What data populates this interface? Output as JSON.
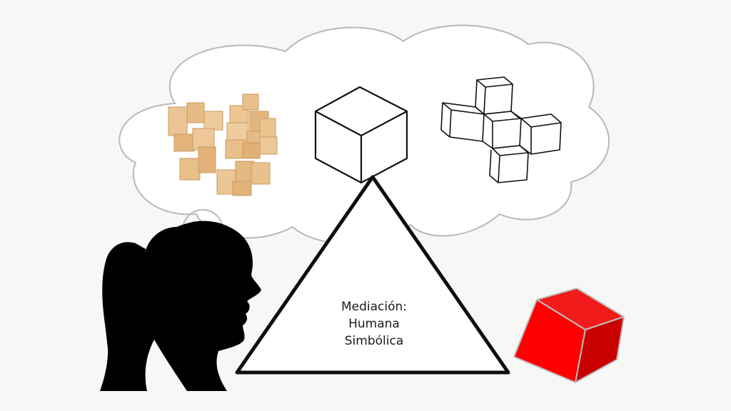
{
  "diagram": {
    "center_label": {
      "line1": "Mediación:",
      "line2": "Humana",
      "line3": "Simbólica"
    },
    "colors": {
      "background": "#f7f7f5",
      "cloud_outline": "#b8b8b8",
      "triangle_stroke": "#111111",
      "red_cube": "#ee0000",
      "wood_block": "#e8c08c",
      "silhouette": "#000000"
    },
    "elements": [
      "thought-cloud",
      "wooden-blocks-image",
      "wireframe-cube-icon",
      "cube-net-icon",
      "mediation-triangle",
      "person-silhouette",
      "red-cube-icon"
    ]
  }
}
